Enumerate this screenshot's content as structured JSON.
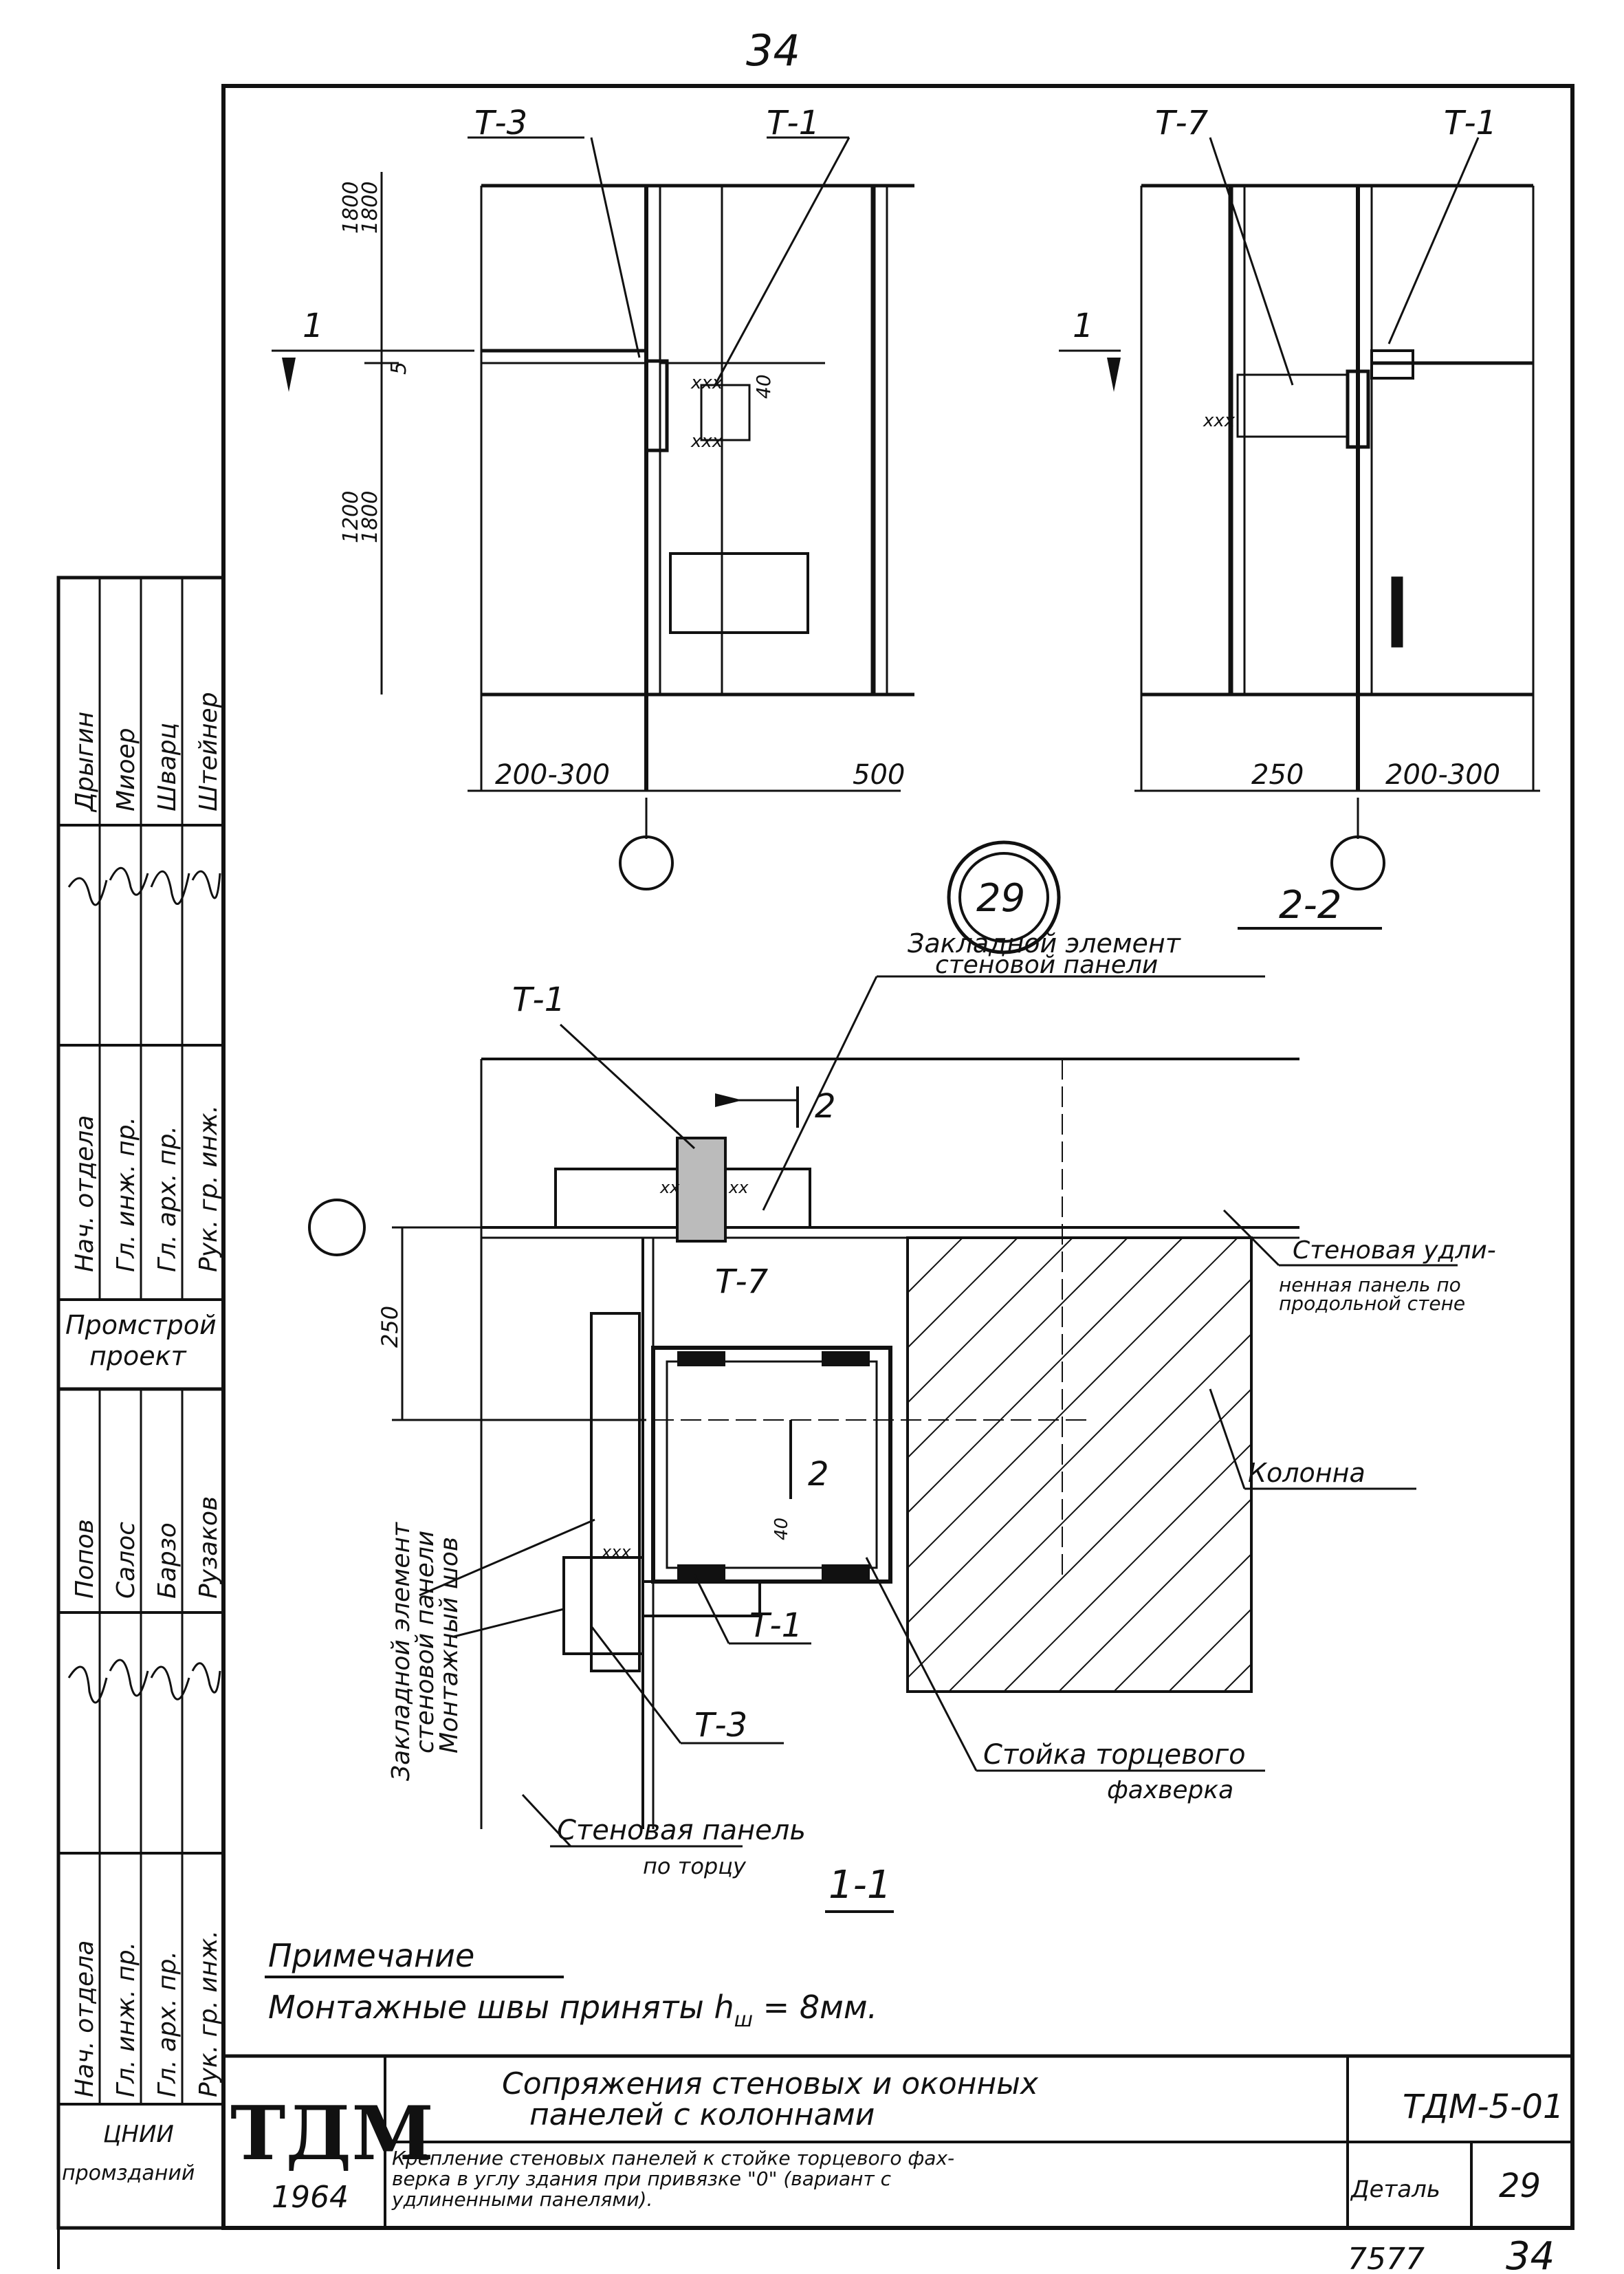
{
  "page_number_top": "34",
  "view_upper_left": {
    "label_t3": "Т-3",
    "label_t1": "Т-1",
    "dim_top_a": "1800",
    "dim_top_b": "1800",
    "dim_mid": "5",
    "dim_40": "40",
    "dim_low_a": "1200",
    "dim_low_b": "1800",
    "dim_left": "200-300",
    "dim_right": "500",
    "section_mark": "1"
  },
  "view_upper_right": {
    "label_t7": "Т-7",
    "label_t1": "Т-1",
    "dim_left": "250",
    "dim_right": "200-300",
    "section_mark": "1"
  },
  "detail_circle": "29",
  "section_2_2": "2-2",
  "plan_view": {
    "label_t1_top": "Т-1",
    "label_t7": "Т-7",
    "label_t1_bottom": "Т-1",
    "label_t3": "Т-3",
    "dim_250": "250",
    "dim_40": "40",
    "section_marker": "2",
    "embedded_element": [
      "Закладной элемент",
      "стеновой панели"
    ],
    "wall_panel_long": [
      "Стеновая удли-",
      "ненная панель по",
      "продольной стене"
    ],
    "column": "Колонна",
    "end_post": [
      "Стойка торцевого",
      "фахверка"
    ],
    "wall_panel_end": [
      "Стеновая панель",
      "по торцу"
    ],
    "vertical_labels": [
      "Закладной элемент",
      "стеновой панели",
      "Монтажный шов"
    ],
    "section_label": "1-1"
  },
  "note": {
    "heading": "Примечание",
    "text": "Монтажные швы приняты h",
    "subscript": "ш",
    "text_tail": " = 8мм."
  },
  "sidebar": {
    "block1_roles": [
      "Нач. отдела",
      "Гл. инж. пр.",
      "Гл. арх. пр.",
      "Рук. гр. инж."
    ],
    "block1_names": [
      "Дрыгин",
      "Миоер",
      "Шварц",
      "Штейнер"
    ],
    "org": [
      "Промстрой",
      "проект"
    ],
    "block2_roles": [
      "Нач. отдела",
      "Гл. инж. пр.",
      "Гл. арх. пр.",
      "Рук. гр. инж."
    ],
    "block2_names": [
      "Попов",
      "Салос",
      "Барзо",
      "Рузаков"
    ],
    "org2": [
      "ЦНИИ",
      "промзданий"
    ]
  },
  "title_block": {
    "logo": "ТДМ",
    "year": "1964",
    "title_line1": "Сопряжения стеновых и оконных",
    "title_line2": "панелей с колоннами",
    "subtitle_line1": "Крепление стеновых панелей к стойке торцевого фах-",
    "subtitle_line2": "верка в углу здания при привязке \"0\" (вариант с",
    "subtitle_line3": "удлиненными панелями).",
    "code": "ТДМ-5-01",
    "detail_label": "Деталь",
    "detail_number": "29"
  },
  "footer": {
    "number": "7577",
    "page": "34"
  }
}
